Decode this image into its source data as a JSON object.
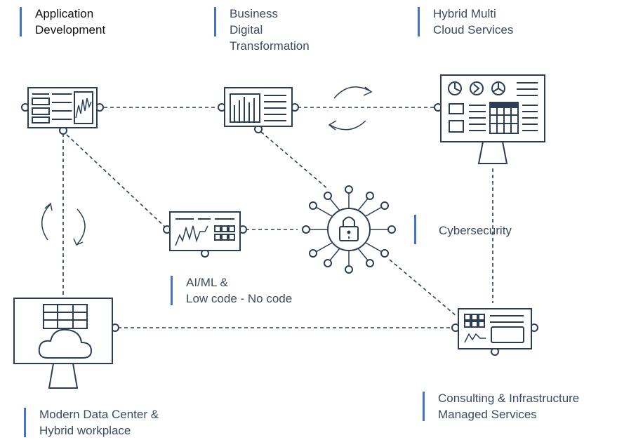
{
  "labels": {
    "app_dev": [
      "Application",
      "Development"
    ],
    "business": [
      "Business",
      "Digital",
      "Transformation"
    ],
    "hybrid_cloud": [
      "Hybrid Multi",
      "Cloud Services"
    ],
    "cybersecurity": [
      "Cybersecurity"
    ],
    "aiml": [
      "AI/ML &",
      "Low code - No code"
    ],
    "datacenter": [
      "Modern Data Center &",
      "Hybrid workplace"
    ],
    "consulting": [
      "Consulting & Infrastructure",
      "Managed Services"
    ]
  },
  "icons": {
    "app_dev": "code-window-icon",
    "business": "bar-chart-window-icon",
    "hybrid_cloud": "dashboard-monitor-icon",
    "cybersecurity": "lock-circuit-icon",
    "aiml": "analytics-window-icon",
    "datacenter": "cloud-server-monitor-icon",
    "consulting": "managed-services-window-icon"
  },
  "colors": {
    "accent_bar": "#4472c4",
    "icon_stroke": "#2c3e55",
    "label_text": "#3b4a5f"
  }
}
